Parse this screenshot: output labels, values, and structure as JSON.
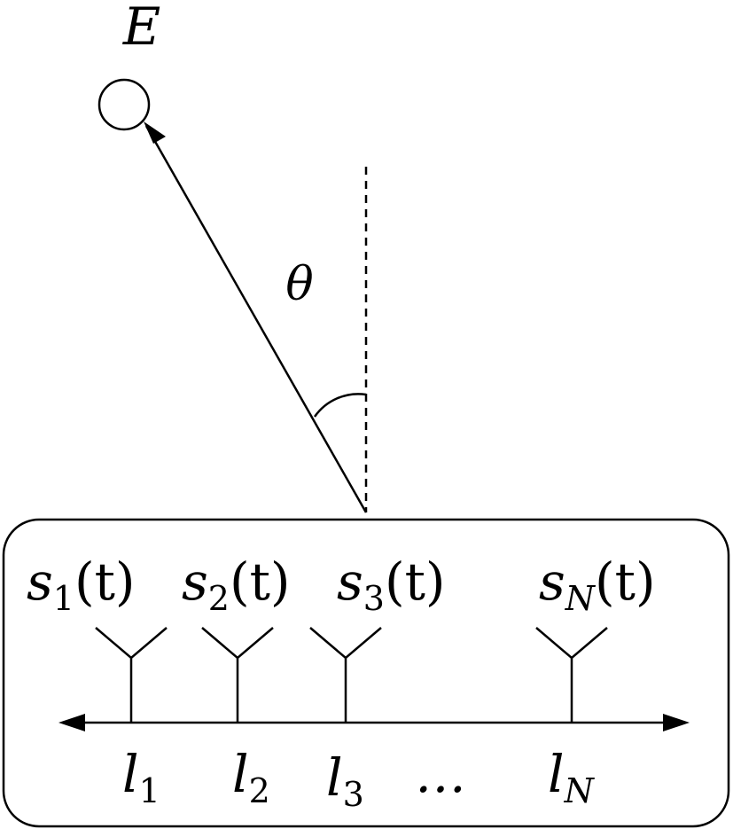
{
  "emitter": {
    "label": "E"
  },
  "angle": {
    "label": "θ"
  },
  "sensors": [
    {
      "signal_base": "s",
      "signal_sub": "1",
      "signal_arg": "(t)",
      "position_base": "l",
      "position_sub": "1"
    },
    {
      "signal_base": "s",
      "signal_sub": "2",
      "signal_arg": "(t)",
      "position_base": "l",
      "position_sub": "2"
    },
    {
      "signal_base": "s",
      "signal_sub": "3",
      "signal_arg": "(t)",
      "position_base": "l",
      "position_sub": "3"
    },
    {
      "signal_base": "s",
      "signal_sub": "N",
      "signal_arg": "(t)",
      "position_base": "l",
      "position_sub": "N"
    }
  ],
  "ellipsis": "…"
}
